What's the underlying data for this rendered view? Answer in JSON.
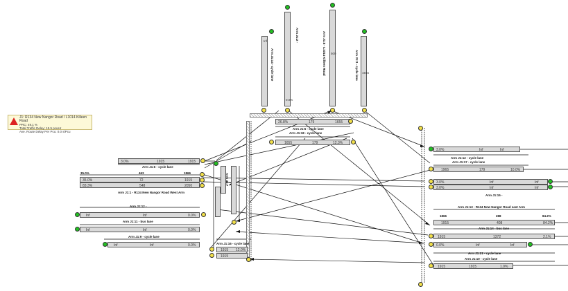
{
  "info_panel": {
    "title": "J1: R134 New Nangor Road / L1014 Killeen Road",
    "line2": "PRC: 49.1 %",
    "line3": "Total Traffic Delay: 15.5 pcuHr",
    "line4": "Ave. Route Delay Per Pcu: 0.0 s/Pcu"
  },
  "links": {
    "j1_6": {
      "label": "Arm J1:6 - cycle lane",
      "a": "3.0%",
      "b": "1915",
      "c": "1915"
    },
    "j1_1": {
      "label": "Arm J1:1 - R134 New Nangor Road West Arm",
      "r1": [
        "35.0%",
        "463",
        "1866"
      ],
      "r2": [
        "35.0%",
        "72",
        "1915"
      ],
      "r3": [
        "83.3%",
        "548",
        "2050"
      ]
    },
    "j1_12": {
      "label": "Arm J1:12 -",
      "a": "Inf",
      "b": "Inf",
      "c": "0.0%"
    },
    "j1_11": {
      "label": "Arm J1:11 - bus lane",
      "a": "Inf",
      "b": "Inf",
      "c": "0.0%"
    },
    "j1_9": {
      "label": "Arm J1:9 - cycle lane",
      "a": "Inf",
      "b": "Inf",
      "c": "0.0%"
    },
    "j1_5": {
      "label": "Arm J1:5 - cycle lane",
      "a": "26.8%",
      "b": "179",
      "c": "1655"
    },
    "j1_18": {
      "label": "Arm J1:18 - cycle lane",
      "a": "1655",
      "b": "179",
      "c": "12.3%"
    },
    "j1_12r": {
      "label": "Arm J1:12 - cycle lane",
      "a": "3.0%",
      "b": "Inf",
      "c": "Inf"
    },
    "j1_17": {
      "label": "Arm J1:17 - cycle lane",
      "a": "1965",
      "b": "179",
      "c": "10.0%"
    },
    "j1_15": {
      "label": "Arm J1:15 -",
      "r1": [
        "3.0%",
        "Inf",
        "Inf"
      ],
      "r2": [
        "3.0%",
        "Inf",
        "Inf"
      ]
    },
    "j1_13": {
      "label": "Arm J1:13 - R134 New Nangor Road east Arm",
      "r1": [
        "1866",
        "288",
        "84.2%"
      ],
      "r2": [
        "1915",
        "408",
        "84.2%"
      ]
    },
    "j1_14": {
      "label": "Arm J1:14 - bus lane",
      "a": "1915",
      "b": "1372",
      "c": "2.1%"
    },
    "j1_21": {
      "label": "Arm J1:21 - cycle lane",
      "a": "0.0%",
      "b": "Inf",
      "c": "Inf"
    },
    "j1_10": {
      "label": "Arm J1:10 - cycle lane",
      "a": "1915",
      "b": "1915",
      "c": "1.0%"
    },
    "j1_16": {
      "label": "Arm J1:16 - cycle lane",
      "a": "1915",
      "b": "1915",
      "c": "12.0%"
    }
  },
  "vertical_links": {
    "v1": {
      "label": "Arm J1:14 - cycle lane",
      "vals": [
        "Inf",
        "Inf",
        "0.0%"
      ]
    },
    "v2": {
      "label": "Arm J1:2 -",
      "vals": [
        "Inf",
        "Inf",
        "0.0%"
      ]
    },
    "v3": {
      "label": "Arm J1:8 - L1014 Killeen Road",
      "vals": [
        "0.0%",
        "500",
        "Inf"
      ]
    },
    "v4": {
      "label": "Arm J1:3 - cycle lane",
      "vals": [
        "0.0%",
        "1915",
        "Inf"
      ]
    },
    "v5": {
      "label": "Arm J1:7",
      "vals": [
        "19.0%",
        "64",
        "1915"
      ]
    }
  }
}
